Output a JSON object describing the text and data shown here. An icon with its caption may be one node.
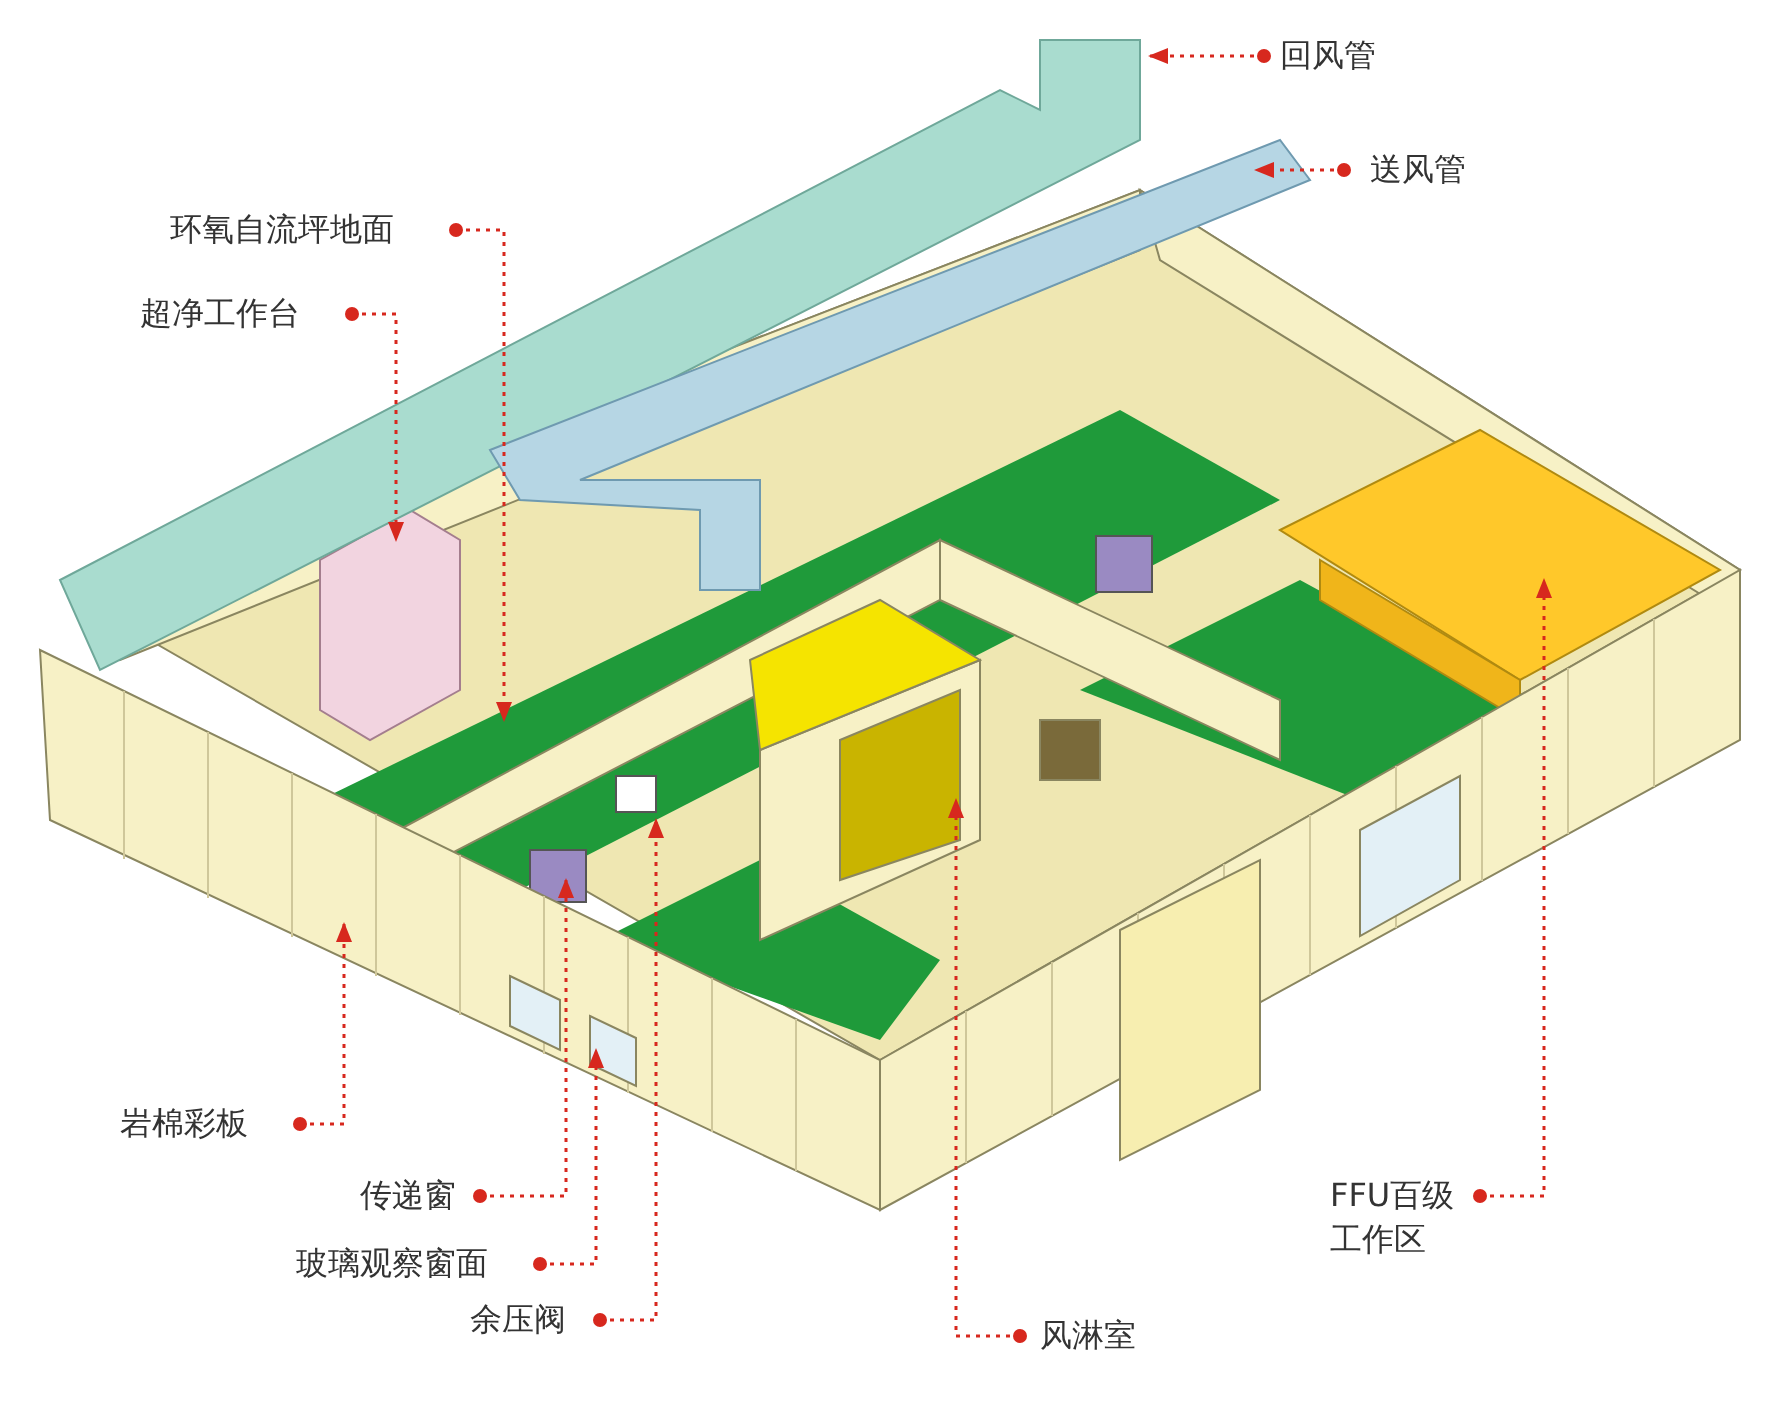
{
  "diagram": {
    "nodes": [
      {
        "text": [
          "回风管"
        ]
      },
      {
        "text": [
          "送风管"
        ]
      },
      {
        "text": [
          "环氧自流坪地面"
        ]
      },
      {
        "text": [
          "超净工作台"
        ]
      },
      {
        "text": [
          "岩棉彩板"
        ]
      },
      {
        "text": [
          "传递窗"
        ]
      },
      {
        "text": [
          "玻璃观察窗面"
        ]
      },
      {
        "text": [
          "余压阀"
        ]
      },
      {
        "text": [
          "风淋室"
        ]
      },
      {
        "text": [
          "FFU百级工作区"
        ]
      }
    ],
    "edges": [
      {
        "from": 0,
        "to": null,
        "arrow": "to"
      },
      {
        "from": 1,
        "to": null,
        "arrow": "to"
      },
      {
        "from": 2,
        "to": null,
        "arrow": "to"
      },
      {
        "from": 3,
        "to": null,
        "arrow": "to"
      },
      {
        "from": 4,
        "to": null,
        "arrow": "to"
      },
      {
        "from": 5,
        "to": null,
        "arrow": "to"
      },
      {
        "from": 6,
        "to": null,
        "arrow": "to"
      },
      {
        "from": 7,
        "to": null,
        "arrow": "to"
      },
      {
        "from": 8,
        "to": null,
        "arrow": "to"
      },
      {
        "from": 9,
        "to": null,
        "arrow": "to"
      }
    ]
  }
}
